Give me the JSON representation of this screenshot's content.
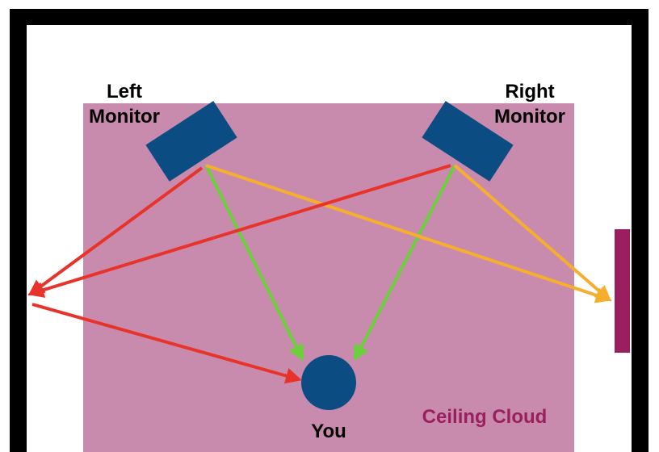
{
  "labels": {
    "left_monitor_line1": "Left",
    "left_monitor_line2": "Monitor",
    "right_monitor_line1": "Right",
    "right_monitor_line2": "Monitor",
    "listener": "You",
    "ceiling_cloud": "Ceiling Cloud"
  },
  "colors": {
    "room_wall": "#000000",
    "ceiling_cloud": "#c98bad",
    "ceiling_cloud_label": "#9b1f5e",
    "monitor": "#0b4d82",
    "listener": "#0b4d82",
    "side_panel": "#9b1f5e",
    "direct_path": "#6ccf3c",
    "side_reflection_left": "#e8332a",
    "side_reflection_right": "#f5ae2d",
    "text": "#000000"
  }
}
